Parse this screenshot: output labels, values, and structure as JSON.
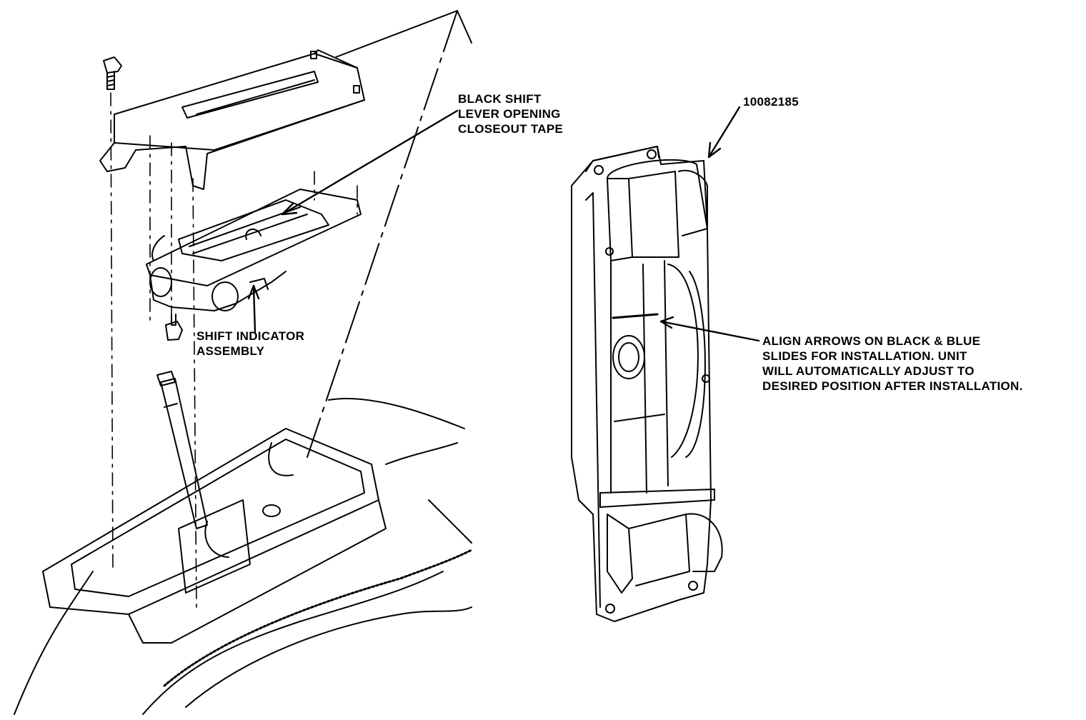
{
  "labels": {
    "closeout_tape": [
      "BLACK SHIFT",
      "LEVER OPENING",
      "CLOSEOUT TAPE"
    ],
    "shift_indicator": [
      "SHIFT INDICATOR",
      "ASSEMBLY"
    ],
    "part_number": "10082185",
    "align_note": [
      "ALIGN ARROWS ON BLACK & BLUE",
      "SLIDES FOR INSTALLATION. UNIT",
      "WILL AUTOMATICALLY ADJUST TO",
      "DESIRED POSITION AFTER INSTALLATION."
    ]
  },
  "colors": {
    "ink": "#000000",
    "paper": "#ffffff"
  }
}
